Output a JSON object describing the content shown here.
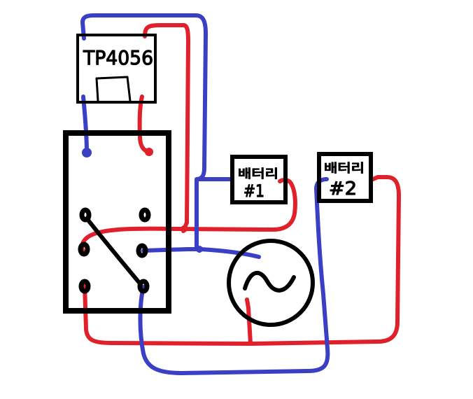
{
  "colors": {
    "ink": "#000000",
    "positive_wire": "#e0202a",
    "negative_wire": "#3b3fc4",
    "background": "#ffffff"
  },
  "charger": {
    "label": "TP4056"
  },
  "switch": {
    "type": "DPDT toggle switch (6 terminals)"
  },
  "battery_1": {
    "label_line1": "배터리",
    "label_line2": "#1"
  },
  "battery_2": {
    "label_line1": "배터리",
    "label_line2": "#2"
  },
  "load": {
    "symbol": "~"
  }
}
